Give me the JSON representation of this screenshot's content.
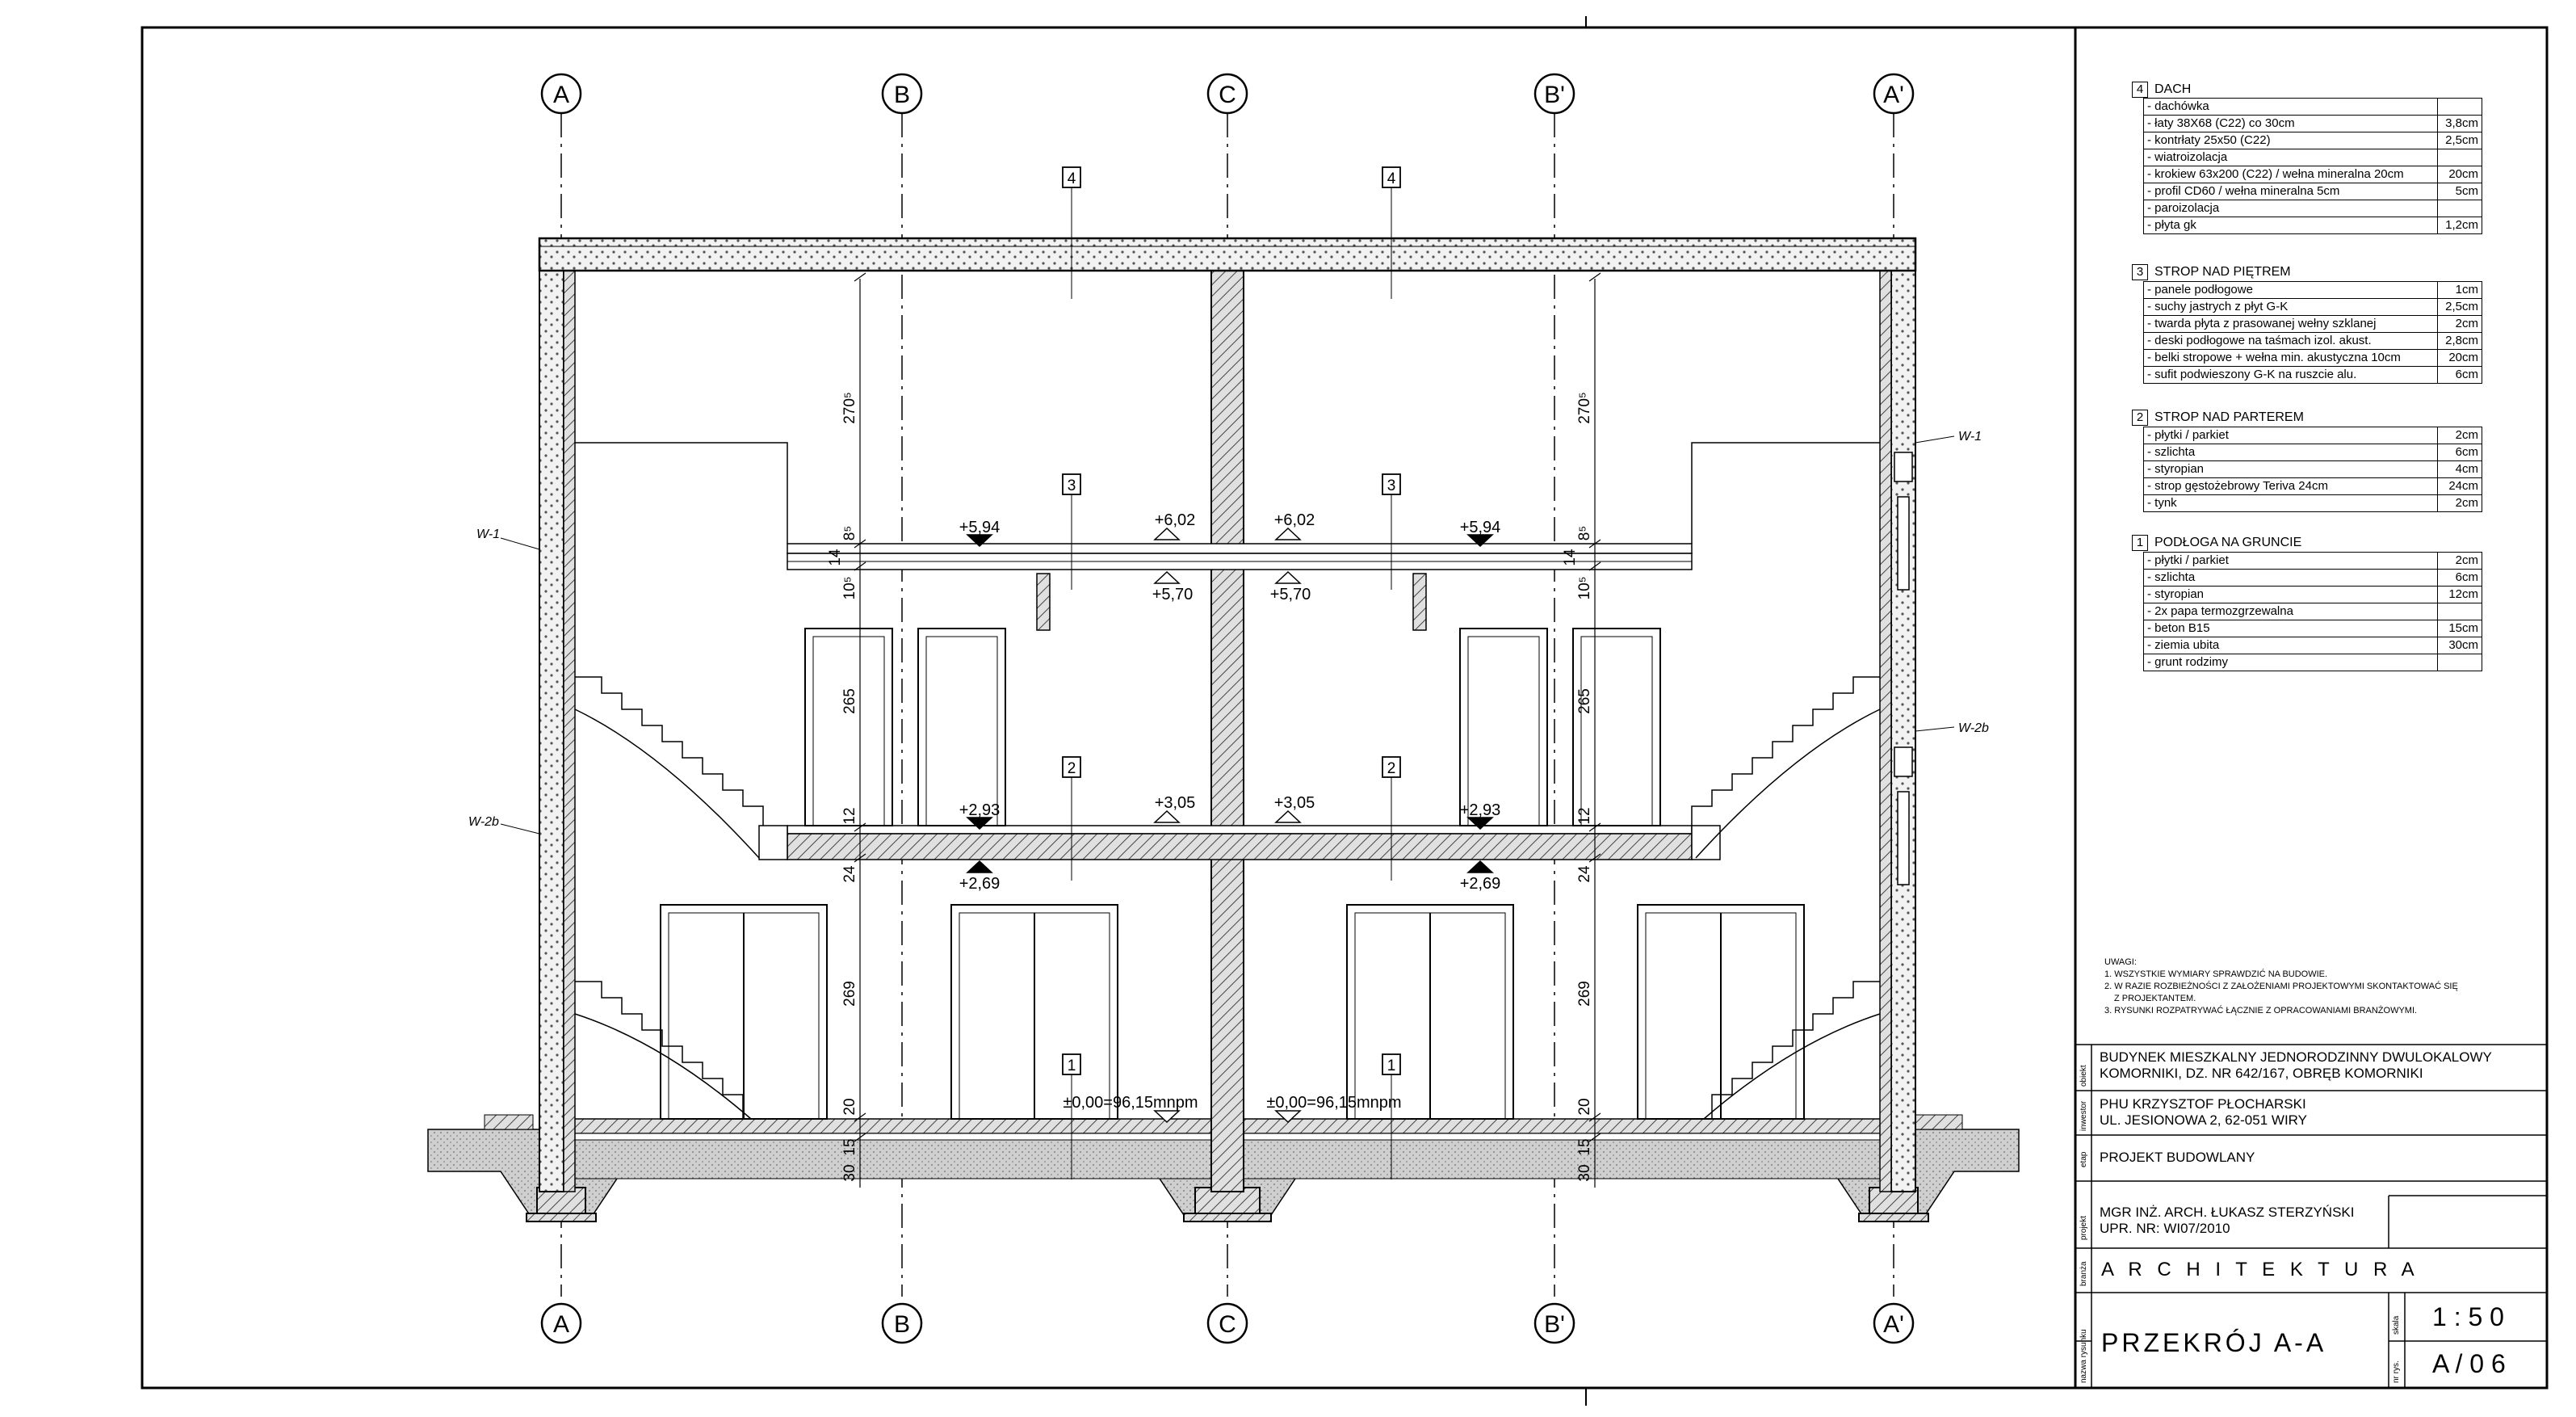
{
  "axes_top": [
    "A",
    "B",
    "C",
    "B'",
    "A'"
  ],
  "axes_bottom": [
    "A",
    "B",
    "C",
    "B'",
    "A'"
  ],
  "layer_marks": [
    "4",
    "3",
    "2",
    "1"
  ],
  "levels": {
    "l594": "+5,94",
    "l602": "+6,02",
    "l570": "+5,70",
    "l293": "+2,93",
    "l305": "+3,05",
    "l269": "+2,69",
    "l000": "±0,00=96,15mnpm"
  },
  "dims": {
    "d270": "270⁵",
    "d265": "265",
    "d269": "269",
    "d14": "14",
    "d85": "8⁵",
    "d105": "10⁵",
    "d12": "12",
    "d24": "24",
    "d20": "20",
    "d15": "15",
    "d30": "30"
  },
  "wall_tags": {
    "w1": "W-1",
    "w2b": "W-2b"
  },
  "layers": [
    {
      "num": "4",
      "title": "DACH",
      "rows": [
        {
          "name": "- dachówka",
          "val": ""
        },
        {
          "name": "- łaty 38X68 (C22) co 30cm",
          "val": "3,8cm"
        },
        {
          "name": "- kontrłaty 25x50 (C22)",
          "val": "2,5cm"
        },
        {
          "name": "- wiatroizolacja",
          "val": ""
        },
        {
          "name": "- krokiew 63x200 (C22) / wełna mineralna 20cm",
          "val": "20cm"
        },
        {
          "name": "- profil CD60 / wełna mineralna 5cm",
          "val": "5cm"
        },
        {
          "name": "- paroizolacja",
          "val": ""
        },
        {
          "name": "- płyta gk",
          "val": "1,2cm"
        }
      ]
    },
    {
      "num": "3",
      "title": "STROP NAD PIĘTREM",
      "rows": [
        {
          "name": "- panele podłogowe",
          "val": "1cm"
        },
        {
          "name": "- suchy jastrych z płyt G-K",
          "val": "2,5cm"
        },
        {
          "name": "- twarda płyta z prasowanej wełny szklanej",
          "val": "2cm"
        },
        {
          "name": "- deski podłogowe na taśmach izol. akust.",
          "val": "2,8cm"
        },
        {
          "name": "- belki stropowe + wełna min. akustyczna 10cm",
          "val": "20cm"
        },
        {
          "name": "- sufit podwieszony G-K na ruszcie alu.",
          "val": "6cm"
        }
      ]
    },
    {
      "num": "2",
      "title": "STROP NAD PARTEREM",
      "rows": [
        {
          "name": "- płytki / parkiet",
          "val": "2cm"
        },
        {
          "name": "- szlichta",
          "val": "6cm"
        },
        {
          "name": "- styropian",
          "val": "4cm"
        },
        {
          "name": "- strop gęstożebrowy Teriva 24cm",
          "val": "24cm"
        },
        {
          "name": "- tynk",
          "val": "2cm"
        }
      ]
    },
    {
      "num": "1",
      "title": "PODŁOGA NA GRUNCIE",
      "rows": [
        {
          "name": "- płytki / parkiet",
          "val": "2cm"
        },
        {
          "name": "- szlichta",
          "val": "6cm"
        },
        {
          "name": "- styropian",
          "val": "12cm"
        },
        {
          "name": "- 2x papa termozgrzewalna",
          "val": ""
        },
        {
          "name": "- beton B15",
          "val": "15cm"
        },
        {
          "name": "- ziemia ubita",
          "val": "30cm"
        },
        {
          "name": "- grunt rodzimy",
          "val": ""
        }
      ]
    }
  ],
  "notes": {
    "title": "UWAGI:",
    "n1": "1. WSZYSTKIE WYMIARY SPRAWDZIĆ NA BUDOWIE.",
    "n2": "2. W RAZIE ROZBIEŻNOŚCI Z ZAŁOŻENIAMI PROJEKTOWYMI SKONTAKTOWAĆ SIĘ",
    "n2b": "Z PROJEKTANTEM.",
    "n3": "3. RYSUNKI ROZPATRYWAĆ ŁĄCZNIE Z OPRACOWANIAMI BRANŻOWYMI."
  },
  "title_block": {
    "obiekt_label": "obiekt",
    "obiekt_1": "BUDYNEK MIESZKALNY JEDNORODZINNY DWULOKALOWY",
    "obiekt_2": "KOMORNIKI, DZ. NR 642/167, OBRĘB KOMORNIKI",
    "inwestor_label": "inwestor",
    "inwestor_1": "PHU KRZYSZTOF PŁOCHARSKI",
    "inwestor_2": "UL. JESIONOWA 2, 62-051 WIRY",
    "etap_label": "etap",
    "etap": "PROJEKT   BUDOWLANY",
    "projekt_label": "projekt",
    "projekt_1": "MGR INŻ. ARCH. ŁUKASZ STERZYŃSKI",
    "projekt_2": "UPR. NR: WI07/2010",
    "branza_label": "branża",
    "branza": "A R C H I T E K T U R A",
    "nazwa_label": "nazwa rysunku",
    "nazwa": "PRZEKRÓJ A-A",
    "skala_label": "skala",
    "skala": "1 : 5 0",
    "nr_label": "nr rys.",
    "nr": "A / 0 6"
  }
}
